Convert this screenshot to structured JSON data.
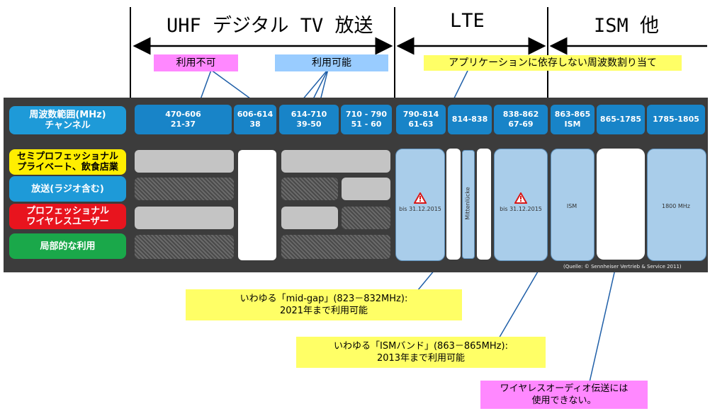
{
  "headers": {
    "uhf": "UHF デジタル TV 放送",
    "lte": "LTE",
    "ism": "ISM 他"
  },
  "labels": {
    "unavailable": "利用不可",
    "available": "利用可能",
    "unlicensed": "アプリケーションに依存しない周波数割り当て",
    "midgap_1": "いわゆる「mid-gap」(823－832MHz):",
    "midgap_2": "2021年まで利用可能",
    "ism_1": "いわゆる「ISMバンド」(863－865MHz):",
    "ism_2": "2013年まで利用可能",
    "wireless_1": "ワイヤレスオーディオ伝送には",
    "wireless_2": "使用できない。"
  },
  "channels": [
    {
      "freq": "470-606",
      "ch": "21-37"
    },
    {
      "freq": "606-614",
      "ch": "38"
    },
    {
      "freq": "614-710",
      "ch": "39-50"
    },
    {
      "freq": "710 - 790",
      "ch": "51 - 60"
    },
    {
      "freq": "790-814",
      "ch": "61-63"
    },
    {
      "freq": "814-838",
      "ch": ""
    },
    {
      "freq": "838-862",
      "ch": "67-69"
    },
    {
      "freq": "863-865",
      "ch": "ISM"
    },
    {
      "freq": "865-1785",
      "ch": ""
    },
    {
      "freq": "1785-1805",
      "ch": ""
    }
  ],
  "rows": {
    "header_1": "周波数範囲(MHz)",
    "header_2": "チャンネル",
    "semi_1": "セミプロフェッショナル",
    "semi_2": "プライベート、飲食店業",
    "broadcast": "放送(ラジオ含む)",
    "pro_1": "プロフェッショナル",
    "pro_2": "ワイヤレスユーザー",
    "local": "局部的な利用"
  },
  "cells": {
    "until_1": "bis 31.12.2015",
    "until_2": "bis 31.12.2015",
    "mittenluecke": "Mittenlücke",
    "ism": "ISM",
    "mhz1800": "1800 MHz",
    "source": "(Quelle: © Sennheiser Vertrieb & Service 2011)"
  },
  "colors": {
    "channel_blue": "#1884c8",
    "yellow": "#ffff66",
    "pink": "#ff88ff",
    "lightblue": "#99ccff",
    "red": "#e8141e",
    "green": "#1aa84a",
    "header_blue": "#1e9ad8",
    "row_blue": "#1e9ad8",
    "lte_cell": "#a9cdea"
  },
  "icons": [
    "warning-icon",
    "arrow-icon"
  ]
}
